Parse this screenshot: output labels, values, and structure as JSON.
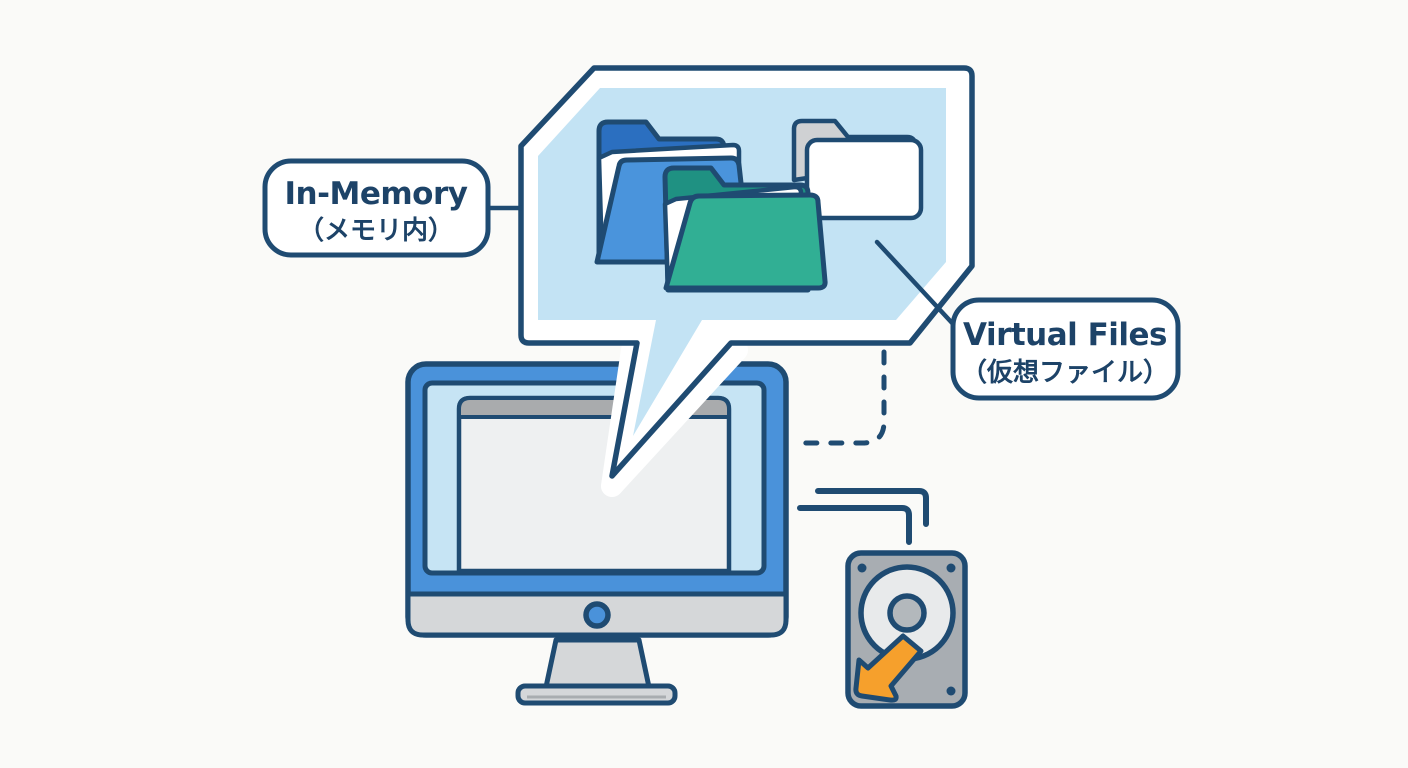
{
  "title": "In-memory virtual files concept diagram",
  "background_color": "#fafaf8",
  "labels": {
    "in_memory": {
      "line1": "In-Memory",
      "line2": "（メモリ内）"
    },
    "virtual_files": {
      "line1": "Virtual Files",
      "line2": "（仮想ファイル）"
    }
  },
  "icons": {
    "bubble": "speech-bubble-icon",
    "folder_blue": "folder-icon-blue",
    "folder_teal": "folder-icon-teal",
    "folder_white": "folder-icon-white",
    "monitor": "computer-monitor-icon",
    "hdd": "hard-disk-drive-icon",
    "dashed_link": "dashed-connector-line",
    "transfer_link": "double-corner-connector-lines"
  },
  "colors": {
    "outline_navy": "#1f4b72",
    "text_navy": "#1d4368",
    "bubble_fill": "#c3e3f4",
    "monitor_frame_blue": "#4a92da",
    "screen_blue": "#c6e4f4",
    "window_body": "#eef0f1",
    "window_titlebar": "#a9abad",
    "chin_grey": "#d5d7d9",
    "stand_grey": "#d5d7d9",
    "power_dot_blue": "#4a92da",
    "folder_blue_front": "#4a94dc",
    "folder_blue_back": "#2b6fc0",
    "folder_teal_front": "#31af94",
    "folder_teal_back": "#1f9182",
    "folder_white": "#ffffff",
    "folder_white_back": "#cfd1d3",
    "paper_white": "#ffffff",
    "hdd_body": "#a8adb2",
    "hdd_platter": "#e8eaeb",
    "hdd_hub": "#b3b8bc",
    "hdd_arm_orange": "#f6a02c"
  }
}
